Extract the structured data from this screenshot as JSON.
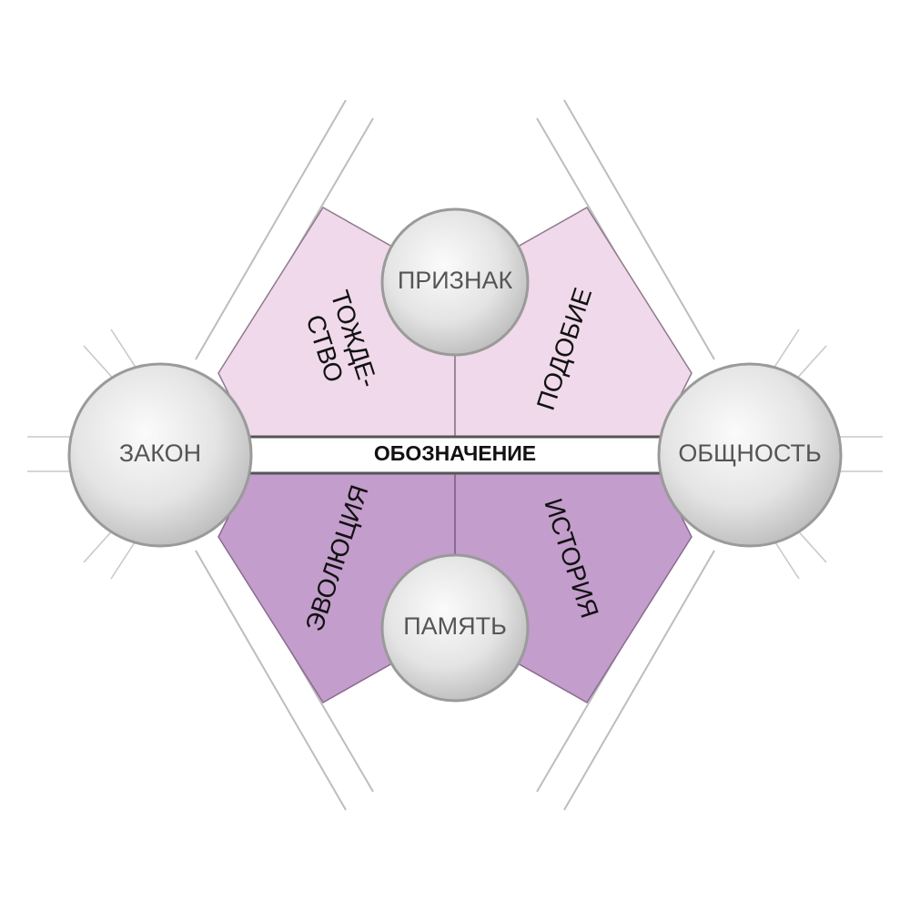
{
  "diagram": {
    "center_band": {
      "label": "ОБОЗНАЧЕНИЕ"
    },
    "nodes": {
      "top": {
        "label": "ПРИЗНАК"
      },
      "bottom": {
        "label": "ПАМЯТЬ"
      },
      "left": {
        "label": "ЗАКОН"
      },
      "right": {
        "label": "ОБЩНОСТЬ"
      }
    },
    "sectors": {
      "top_left": {
        "line1": "ТОЖДЕ-",
        "line2": "СТВО"
      },
      "top_right": {
        "label": "ПОДОБИЕ"
      },
      "bottom_left": {
        "label": "ЭВОЛЮЦИЯ"
      },
      "bottom_right": {
        "label": "ИСТОРИЯ"
      }
    },
    "colors": {
      "upper_fill": "#efd9ea",
      "lower_fill": "#c39dcb",
      "band_fill": "#ffffff",
      "band_border": "#555555",
      "node_light": "#fafafa",
      "node_dark": "#c6c6c6"
    }
  }
}
